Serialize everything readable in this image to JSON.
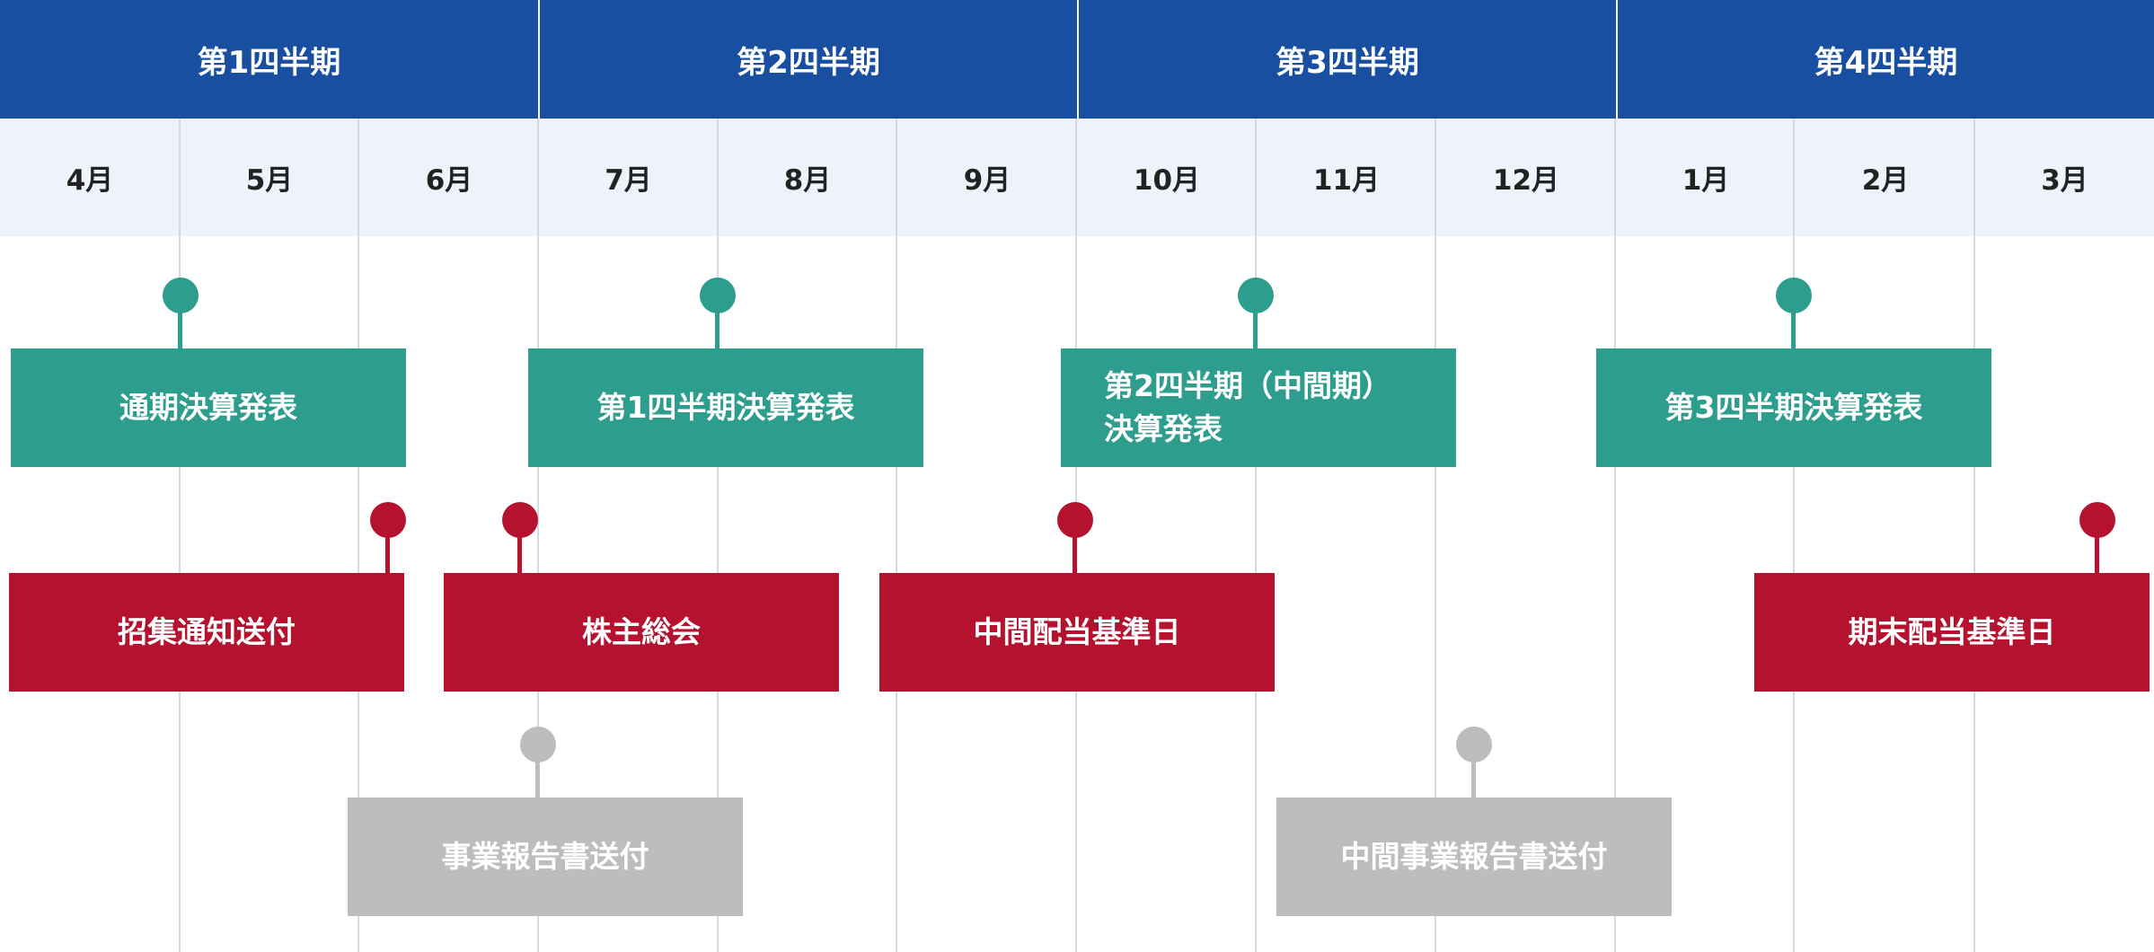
{
  "quarters": [
    "第1四半期",
    "第2四半期",
    "第3四半期",
    "第4四半期"
  ],
  "months": [
    "4月",
    "5月",
    "6月",
    "7月",
    "8月",
    "9月",
    "10月",
    "11月",
    "12月",
    "1月",
    "2月",
    "3月"
  ],
  "events": [
    {
      "label": "通期決算発表",
      "color": "green"
    },
    {
      "label": "第1四半期決算発表",
      "color": "green"
    },
    {
      "label_line1": "第2四半期（中間期）",
      "label_line2": "決算発表",
      "color": "green"
    },
    {
      "label": "第3四半期決算発表",
      "color": "green"
    },
    {
      "label": "招集通知送付",
      "color": "red"
    },
    {
      "label": "株主総会",
      "color": "red"
    },
    {
      "label": "中間配当基準日",
      "color": "red"
    },
    {
      "label": "期末配当基準日",
      "color": "red"
    },
    {
      "label": "事業報告書送付",
      "color": "gray"
    },
    {
      "label": "中間事業報告書送付",
      "color": "gray"
    }
  ],
  "colors": {
    "header_blue": "#184fa0",
    "month_bg": "#eef3fb",
    "green": "#2d9e8e",
    "red": "#b5122f",
    "gray": "#bdbdbd"
  }
}
